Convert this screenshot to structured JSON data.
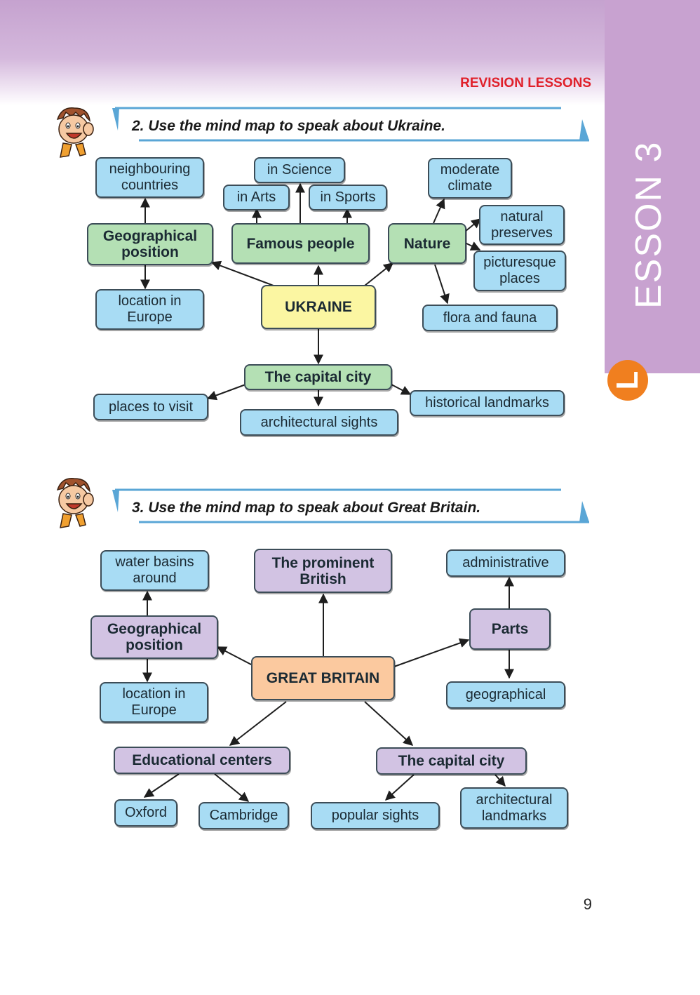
{
  "header": {
    "section_label": "REVISION LESSONS"
  },
  "side_tab": {
    "lesson_initial": "L",
    "lesson_word": "ESSON 3"
  },
  "exercise2": {
    "instruction": "2. Use the mind map to speak about Ukraine.",
    "center": "UKRAINE",
    "geo": {
      "label": "Geographical position",
      "top": "neighbouring countries",
      "bottom": "location in Europe"
    },
    "famous": {
      "label": "Famous people",
      "science": "in Science",
      "arts": "in Arts",
      "sports": "in Sports"
    },
    "nature": {
      "label": "Nature",
      "climate": "moderate climate",
      "preserves": "natural preserves",
      "places": "picturesque places",
      "flora": "flora and fauna"
    },
    "capital": {
      "label": "The capital city",
      "visit": "places to visit",
      "sights": "architectural sights",
      "landmarks": "historical landmarks"
    }
  },
  "exercise3": {
    "instruction": "3. Use the mind map to speak about Great Britain.",
    "center": "GREAT BRITAIN",
    "geo": {
      "label": "Geographical position",
      "top": "water basins around",
      "bottom": "location in Europe"
    },
    "prominent": {
      "label": "The prominent British"
    },
    "parts": {
      "label": "Parts",
      "top": "administrative",
      "bottom": "geographical"
    },
    "education": {
      "label": "Educational centers",
      "oxford": "Oxford",
      "cambridge": "Cambridge"
    },
    "capital": {
      "label": "The capital city",
      "sights": "popular sights",
      "landmarks": "architectural landmarks"
    }
  },
  "page_number": "9",
  "colors": {
    "accent_red": "#e0202a",
    "tab_purple": "#c8a2d0",
    "lesson_orange": "#f07f1f",
    "banner_blue": "#5aa6d6"
  }
}
